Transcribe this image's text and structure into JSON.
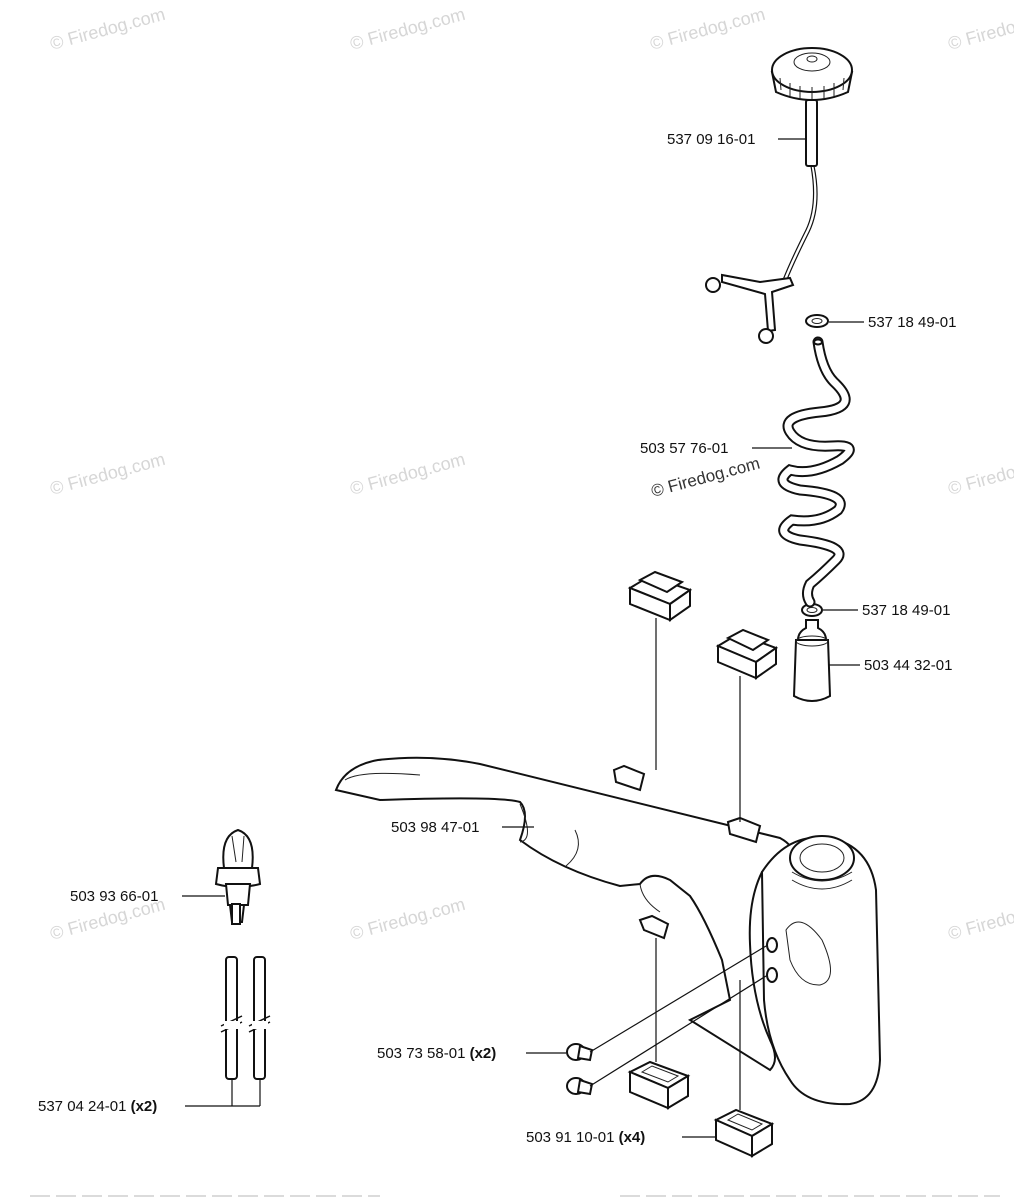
{
  "watermark": "© Firedog.com",
  "watermark_inline": "© Firedog.com",
  "parts": [
    {
      "id": "fuel-cap",
      "number": "537 09 16-01",
      "qty": ""
    },
    {
      "id": "o-ring-top",
      "number": "537 18 49-01",
      "qty": ""
    },
    {
      "id": "fuel-hose-coil",
      "number": "503 57 76-01",
      "qty": ""
    },
    {
      "id": "o-ring-bottom",
      "number": "537 18 49-01",
      "qty": ""
    },
    {
      "id": "fuel-filter",
      "number": "503 44 32-01",
      "qty": ""
    },
    {
      "id": "fuel-tank",
      "number": "503 98 47-01",
      "qty": ""
    },
    {
      "id": "primer-bulb",
      "number": "503 93 66-01",
      "qty": ""
    },
    {
      "id": "plug",
      "number": "503 73 58-01",
      "qty": "(x2)"
    },
    {
      "id": "fuel-line-pair",
      "number": "537 04 24-01",
      "qty": "(x2)"
    },
    {
      "id": "rubber-mount",
      "number": "503 91 10-01",
      "qty": "(x4)"
    }
  ]
}
